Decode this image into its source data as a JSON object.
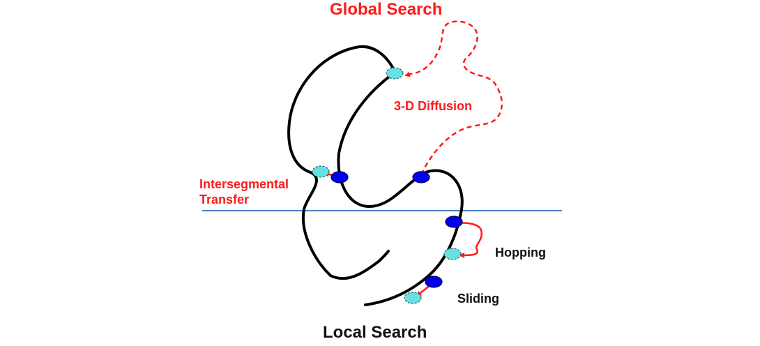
{
  "labels": {
    "global_search": "Global Search",
    "diffusion_3d": "3-D Diffusion",
    "intersegmental_line1": "Intersegmental",
    "intersegmental_line2": "Transfer",
    "hopping": "Hopping",
    "sliding": "Sliding",
    "local_search": "Local Search"
  },
  "colors": {
    "accent_red": "#ff1a1a",
    "dna_strand": "#000000",
    "divider_line": "#4a7fc0",
    "protein_bound": "#0000ee",
    "protein_unbound": "#66e0e0"
  }
}
